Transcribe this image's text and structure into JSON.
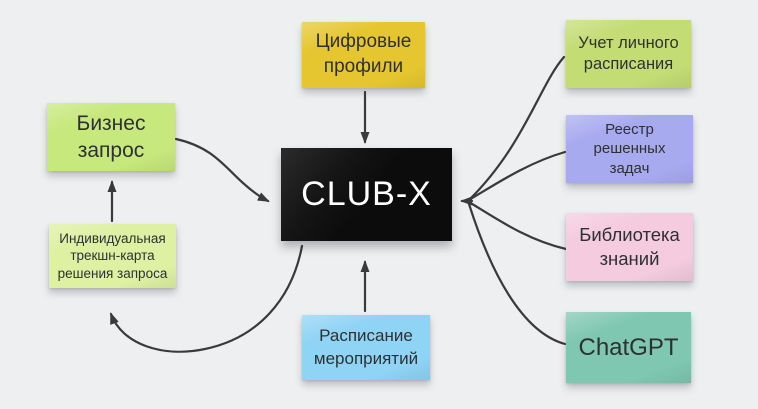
{
  "board": {
    "background": "#edeff1",
    "arrow_color": "#3a3a3c"
  },
  "center": {
    "label": "CLUB-X",
    "bg": "#0c0c0c",
    "text_color": "#ffffff"
  },
  "notes": {
    "business_request": {
      "text": "Бизнес\nзапрос",
      "bg": "#c7e87c"
    },
    "individual_track": {
      "text": "Индивидуальная\nтрекшн-карта\nрешения запроса",
      "bg": "#def0a2"
    },
    "digital_profiles": {
      "text": "Цифровые\nпрофили",
      "bg": "#e6c630"
    },
    "personal_schedule": {
      "text": "Учет личного\nрасписания",
      "bg": "#c3dc74"
    },
    "solved_tasks_registry": {
      "text": "Реестр\nрешенных\nзадач",
      "bg": "#a8aaf0"
    },
    "knowledge_library": {
      "text": "Библиотека\nзнаний",
      "bg": "#f4cbdf"
    },
    "chatgpt": {
      "text": "ChatGPT",
      "bg": "#7fc7b1"
    },
    "events_schedule": {
      "text": "Расписание\nмероприятий",
      "bg": "#8fd3f5"
    }
  },
  "edges": [
    {
      "from": "digital_profiles",
      "to": "club_x"
    },
    {
      "from": "business_request",
      "to": "club_x"
    },
    {
      "from": "individual_track",
      "to": "business_request"
    },
    {
      "from": "club_x",
      "to": "individual_track"
    },
    {
      "from": "events_schedule",
      "to": "club_x"
    },
    {
      "from": "personal_schedule",
      "to": "club_x"
    },
    {
      "from": "solved_tasks_registry",
      "to": "club_x"
    },
    {
      "from": "knowledge_library",
      "to": "club_x"
    },
    {
      "from": "chatgpt",
      "to": "club_x"
    }
  ]
}
